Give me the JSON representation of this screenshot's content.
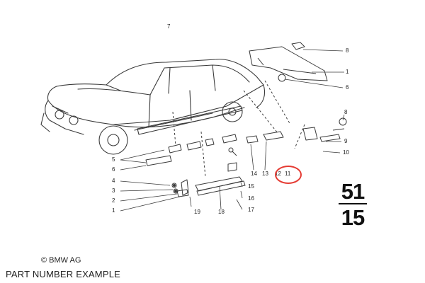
{
  "callouts": {
    "c7": "7",
    "c8a": "8",
    "c1a": "1",
    "c6a": "6",
    "c8b": "8",
    "c9": "9",
    "c10": "10",
    "c5": "5",
    "c6b": "6",
    "c4": "4",
    "c3": "3",
    "c2": "2",
    "c1b": "1",
    "c14": "14",
    "c13": "13",
    "c12": "12",
    "c11": "11",
    "c15": "15",
    "c16": "16",
    "c17": "17",
    "c18": "18",
    "c19": "19"
  },
  "group": {
    "top": "51",
    "bottom": "15"
  },
  "copyright": "© BMW AG",
  "caption": "PART NUMBER EXAMPLE",
  "colors": {
    "line": "#3a3a3a",
    "highlight": "#e53b33"
  }
}
